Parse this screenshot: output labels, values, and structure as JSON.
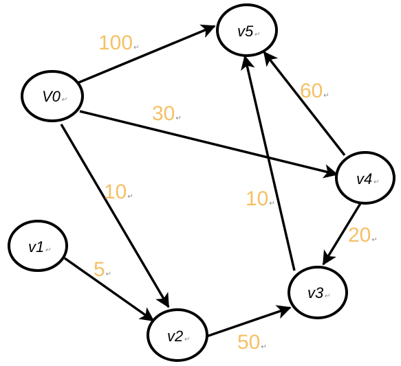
{
  "graph": {
    "colors": {
      "weight": "#f5c065",
      "edge": "#000000",
      "node_stroke": "#000000"
    },
    "return_mark": "↵",
    "nodes": {
      "v0": {
        "label": "V0"
      },
      "v1": {
        "label": "v1"
      },
      "v2": {
        "label": "v2"
      },
      "v3": {
        "label": "v3"
      },
      "v4": {
        "label": "v4"
      },
      "v5": {
        "label": "v5"
      }
    },
    "edges": [
      {
        "id": "v0-v5",
        "from": "V0",
        "to": "v5",
        "weight": "100"
      },
      {
        "id": "v0-v4",
        "from": "V0",
        "to": "v4",
        "weight": "30"
      },
      {
        "id": "v0-v2",
        "from": "V0",
        "to": "v2",
        "weight": "10"
      },
      {
        "id": "v1-v2",
        "from": "v1",
        "to": "v2",
        "weight": "5"
      },
      {
        "id": "v2-v3",
        "from": "v2",
        "to": "v3",
        "weight": "50"
      },
      {
        "id": "v3-v5",
        "from": "v3",
        "to": "v5",
        "weight": "10"
      },
      {
        "id": "v4-v5",
        "from": "v4",
        "to": "v5",
        "weight": "60"
      },
      {
        "id": "v4-v3",
        "from": "v4",
        "to": "v3",
        "weight": "20"
      }
    ]
  }
}
